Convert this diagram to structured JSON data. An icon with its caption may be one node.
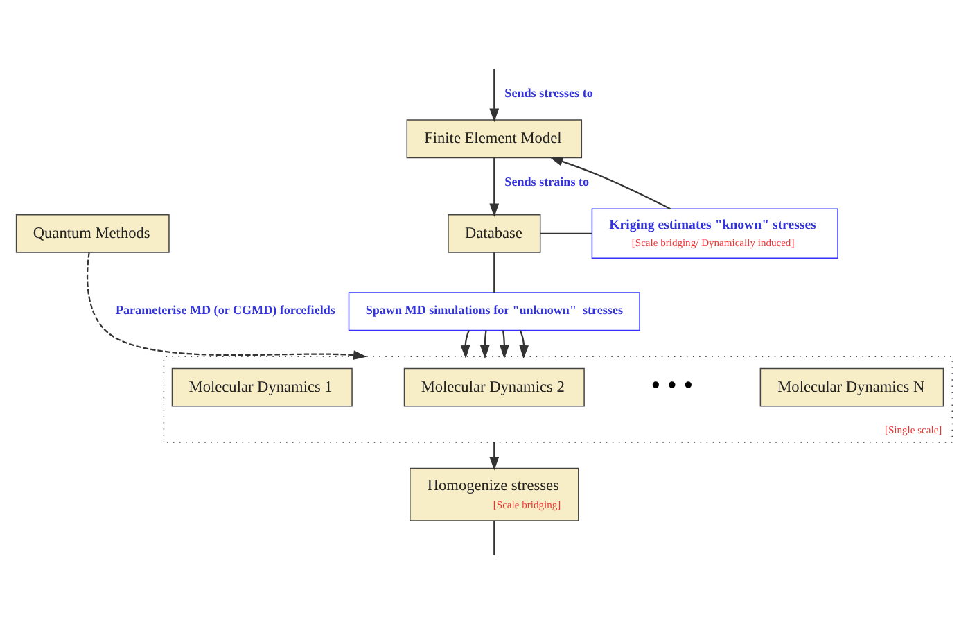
{
  "diagram": {
    "nodes": [
      {
        "text": [
          "Finite Element Model"
        ]
      },
      {
        "text": [
          "Database"
        ]
      },
      {
        "text": [
          "Kriging estimates \"known\" stresses",
          "[Scale bridging/ Dynamically induced]"
        ]
      },
      {
        "text": [
          "Spawn MD simulations for \"unknown\"  stresses"
        ]
      },
      {
        "text": [
          "[Single scale]"
        ]
      },
      {
        "text": [
          "Quantum Methods"
        ]
      },
      {
        "text": [
          "Molecular Dynamics 1"
        ],
        "in": 4
      },
      {
        "text": [
          "Molecular Dynamics 2"
        ],
        "in": 4
      },
      {
        "text": [
          "Molecular Dynamics N"
        ],
        "in": 4
      },
      {
        "text": [
          "Homogenize stresses",
          "[Scale bridging]"
        ]
      }
    ],
    "edges": [
      {
        "from": null,
        "to": 0,
        "arrow": "to",
        "label": "Sends stresses to"
      },
      {
        "from": 0,
        "to": 1,
        "arrow": "to",
        "label": "Sends strains to"
      },
      {
        "from": 1,
        "to": 2,
        "arrow": "none"
      },
      {
        "from": 2,
        "to": 0,
        "arrow": "to"
      },
      {
        "from": 1,
        "to": 3,
        "arrow": "none"
      },
      {
        "from": 3,
        "to": 4,
        "arrow": "to"
      },
      {
        "from": 3,
        "to": 4,
        "arrow": "to"
      },
      {
        "from": 3,
        "to": 4,
        "arrow": "to"
      },
      {
        "from": 3,
        "to": 4,
        "arrow": "to"
      },
      {
        "from": 5,
        "to": 4,
        "arrow": "to",
        "style": "dashed",
        "label": "Parameterise MD (or CGMD) forcefields"
      },
      {
        "from": 4,
        "to": 9,
        "arrow": "to"
      },
      {
        "from": 9,
        "to": null,
        "arrow": "none"
      }
    ],
    "labels": [
      "• • •"
    ]
  }
}
